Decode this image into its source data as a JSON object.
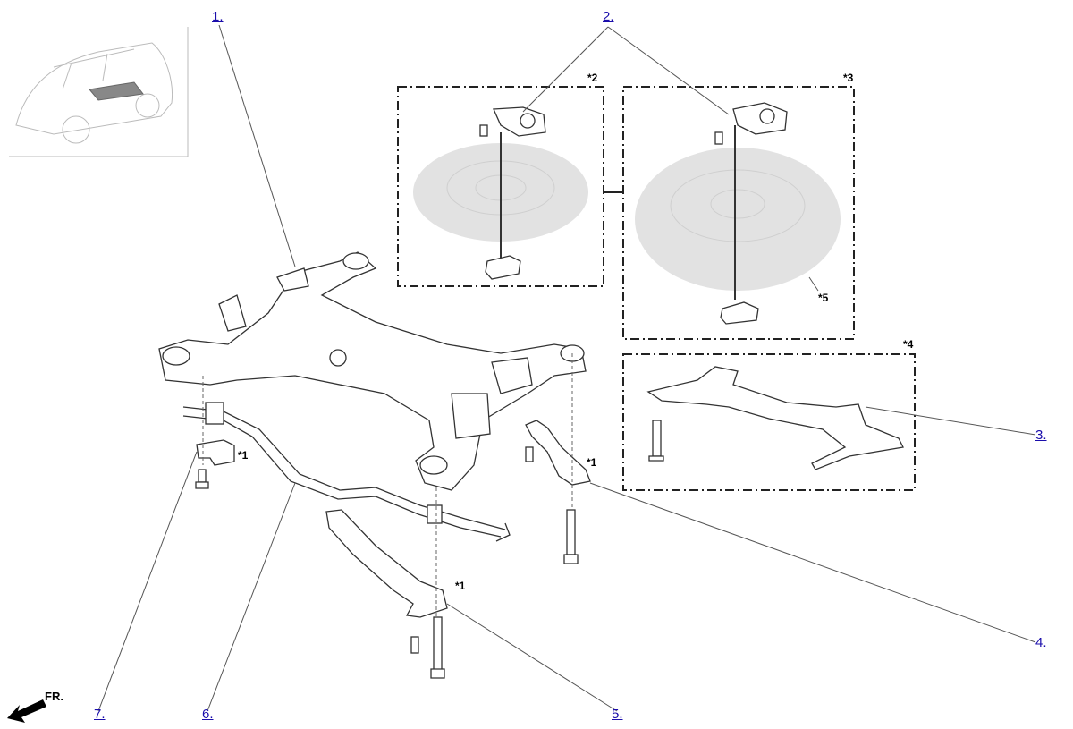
{
  "callouts": [
    {
      "id": "1",
      "label": "1."
    },
    {
      "id": "2",
      "label": "2."
    },
    {
      "id": "3",
      "label": "3."
    },
    {
      "id": "4",
      "label": "4."
    },
    {
      "id": "5",
      "label": "5."
    },
    {
      "id": "6",
      "label": "6."
    },
    {
      "id": "7",
      "label": "7."
    }
  ],
  "notes": {
    "n2": "*2",
    "n3": "*3",
    "n4": "*4",
    "n5": "*5",
    "n1a": "*1",
    "n1b": "*1",
    "n1c": "*1"
  },
  "direction": {
    "label": "FR."
  },
  "colors": {
    "link": "#1a0dab",
    "line": "#555555",
    "part": "#444444",
    "tire": "#d9d9d9"
  }
}
